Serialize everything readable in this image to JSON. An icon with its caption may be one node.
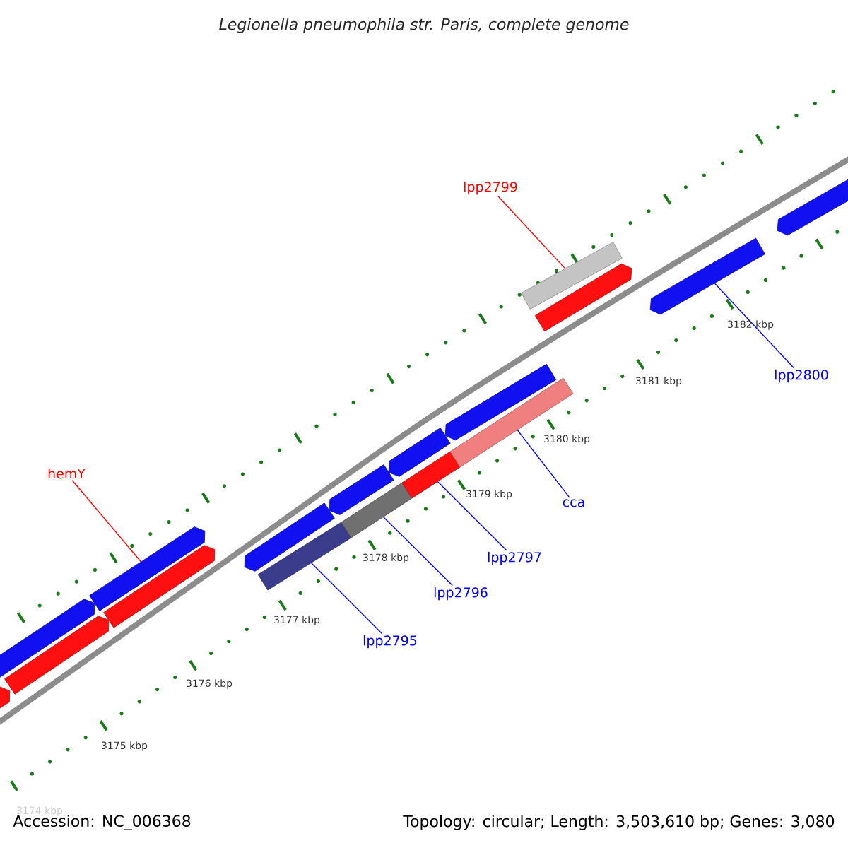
{
  "diagram": {
    "title": "Legionella pneumophila str. Paris, complete genome",
    "nodes": [
      {
        "text": [
          "hemY"
        ]
      },
      {
        "text": [
          "lpp2799"
        ]
      },
      {
        "text": [
          "lpp2800"
        ]
      },
      {
        "text": [
          "cca"
        ]
      },
      {
        "text": [
          "lpp2797"
        ]
      },
      {
        "text": [
          "lpp2796"
        ]
      },
      {
        "text": [
          "lpp2795"
        ]
      },
      {
        "text": [],
        "shape": "bar"
      },
      {
        "text": [],
        "shape": "bar"
      },
      {
        "text": [],
        "shape": "bar"
      },
      {
        "text": [],
        "shape": "bar"
      },
      {
        "text": [],
        "shape": "bar"
      },
      {
        "text": [],
        "shape": "bar"
      },
      {
        "text": [],
        "shape": "bar"
      },
      {
        "text": [],
        "shape": "bar"
      },
      {
        "text": [],
        "shape": "bar"
      },
      {
        "text": [],
        "shape": "bar"
      },
      {
        "text": [],
        "shape": "bar"
      },
      {
        "text": [],
        "shape": "bar"
      },
      {
        "text": [],
        "shape": "bar"
      },
      {
        "text": [],
        "shape": "bar"
      },
      {
        "text": [],
        "shape": "bar"
      },
      {
        "text": [],
        "shape": "bar"
      },
      {
        "text": [],
        "shape": "bar"
      }
    ],
    "edges": [
      {
        "from": 0,
        "to": 8,
        "arrow": "none",
        "color": "#ff0000"
      },
      {
        "from": 1,
        "to": 20,
        "arrow": "none",
        "color": "#ff0000"
      },
      {
        "from": 2,
        "to": 22,
        "arrow": "none"
      },
      {
        "from": 3,
        "to": 19,
        "arrow": "none"
      },
      {
        "from": 4,
        "to": 18,
        "arrow": "none"
      },
      {
        "from": 5,
        "to": 17,
        "arrow": "none"
      },
      {
        "from": 6,
        "to": 16,
        "arrow": "none"
      }
    ],
    "labels": [
      "3174 kbp",
      "3175 kbp",
      "3176 kbp",
      "3177 kbp",
      "3178 kbp",
      "3179 kbp",
      "3180 kbp",
      "3181 kbp",
      "3182 kbp",
      "Accession: NC_006368",
      "Topology: circular; Length: 3,503,610 bp; Genes: 3,080"
    ]
  }
}
